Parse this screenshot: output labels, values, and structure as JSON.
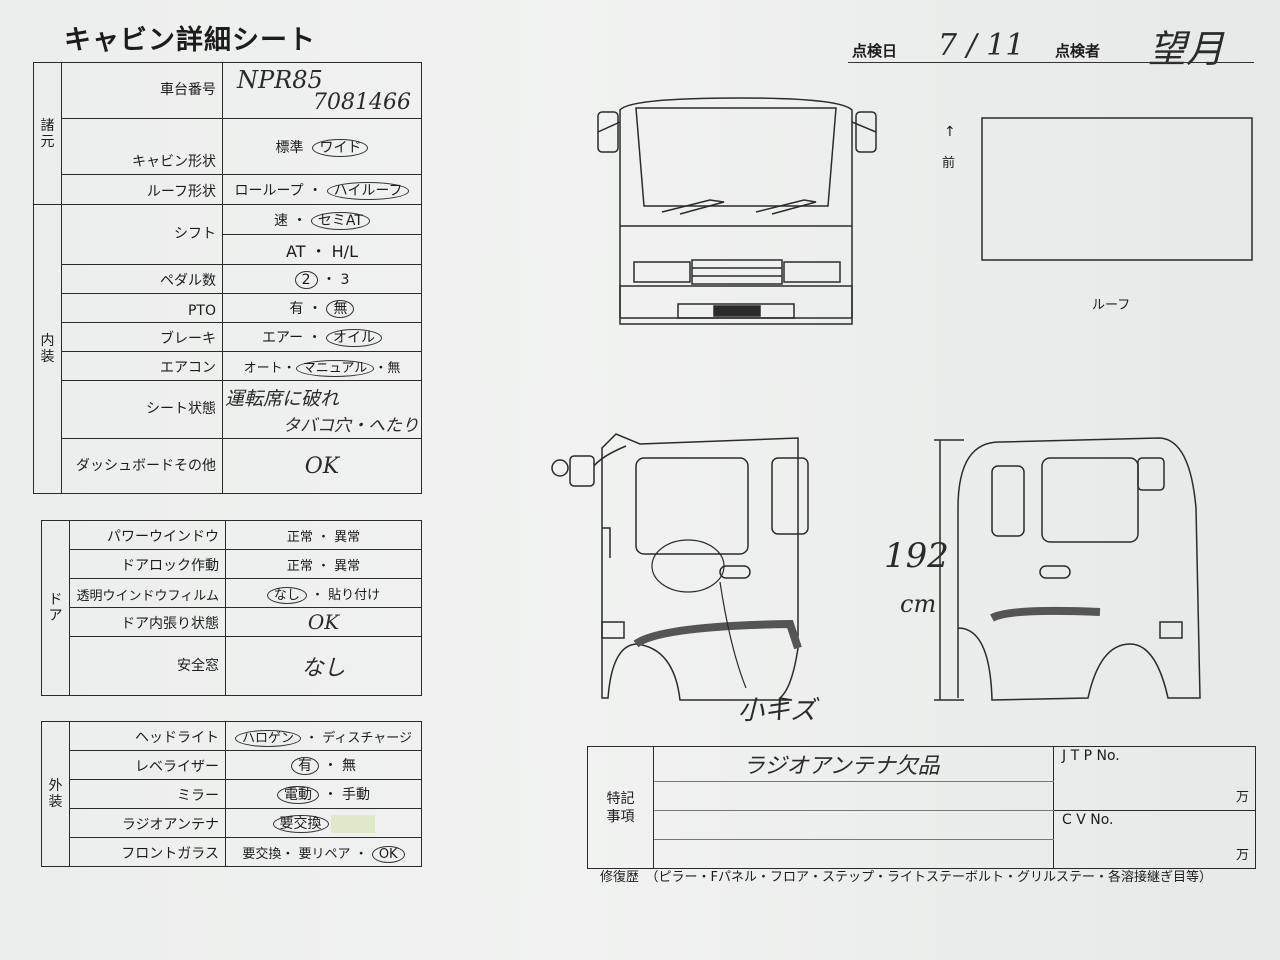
{
  "title": "キャビン詳細シート",
  "header": {
    "date_label": "点検日",
    "date_value": "7 / 11",
    "inspector_label": "点検者",
    "inspector_value": "望月"
  },
  "specs": {
    "category": "諸元",
    "chassis_label": "車台番号",
    "chassis_value_1": "NPR85",
    "chassis_value_2": "7081466",
    "cabin_type_label": "キャビン形状",
    "cabin_type_opt1": "標準",
    "cabin_type_opt2": "ワイド",
    "roof_label": "ルーフ形状",
    "roof_opt1": "ローループ",
    "roof_sep": "・",
    "roof_opt2": "ハイルーフ"
  },
  "interior": {
    "category": "内装",
    "shift_label": "シフト",
    "shift_opts_1": "速 ・",
    "shift_circled": "セミAT",
    "shift_opts_2": "AT ・ H/L",
    "pedal_label": "ペダル数",
    "pedal_circled": "2",
    "pedal_rest": "・ 3",
    "pto_label": "PTO",
    "pto_opt1": "有 ・",
    "pto_circled": "無",
    "brake_label": "ブレーキ",
    "brake_opt1": "エアー ・",
    "brake_circled": "オイル",
    "ac_label": "エアコン",
    "ac_opt1": "オート・",
    "ac_circled": "マニュアル",
    "ac_opt3": "・無",
    "seat_label": "シート状態",
    "seat_note_1": "運転席に破れ",
    "seat_note_2": "タバコ穴・へたり",
    "dash_label": "ダッシュボードその他",
    "dash_note": "OK"
  },
  "door": {
    "category": "ドア",
    "pw_label": "パワーウインドウ",
    "pw_value": "正常 ・ 異常",
    "lock_label": "ドアロック作動",
    "lock_value": "正常 ・ 異常",
    "film_label": "透明ウインドウフィルム",
    "film_circled": "なし",
    "film_rest": "・ 貼り付け",
    "trim_label": "ドア内張り状態",
    "trim_note": "OK",
    "safety_label": "安全窓",
    "safety_note": "なし"
  },
  "exterior": {
    "category": "外装",
    "head_label": "ヘッドライト",
    "head_circled": "ハロゲン",
    "head_rest": "・ ディスチャージ",
    "lev_label": "レベライザー",
    "lev_circled": "有",
    "lev_rest": "・ 無",
    "mirror_label": "ミラー",
    "mirror_circled": "電動",
    "mirror_rest": "・ 手動",
    "antenna_label": "ラジオアンテナ",
    "antenna_circled": "要交換",
    "glass_label": "フロントガラス",
    "glass_opts": "要交換・ 要リペア ・",
    "glass_circled": "OK"
  },
  "diagram": {
    "front_arrow": "↑",
    "front_label": "前",
    "roof_label": "ルーフ",
    "height_note_1": "192",
    "height_note_2": "cm",
    "scratch_note": "小キズ"
  },
  "notes": {
    "label_1": "特記",
    "label_2": "事項",
    "note": "ラジオアンテナ欠品",
    "jtp_label": "J T P No.",
    "cv_label": "C V No.",
    "unit": "万"
  },
  "repair_history": "修復歴　（ピラー・Fパネル・フロア・ステップ・ライトステーボルト・グリルステー・各溶接継ぎ目等）"
}
